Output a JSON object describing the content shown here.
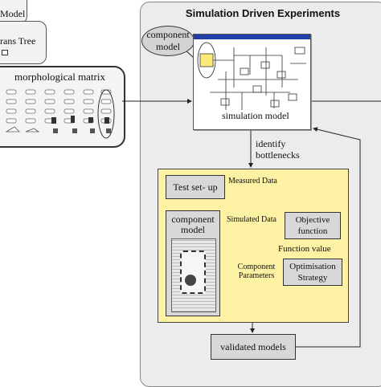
{
  "left_stack": {
    "card1_label": "Model",
    "card2_label": "rans Tree",
    "morph_label": "morphological matrix"
  },
  "panel": {
    "title": "Simulation Driven Experiments"
  },
  "component_model_bubble": "component model",
  "screen_caption": "simulation model",
  "identify_label": "identify bottlenecks",
  "yellow_block": {
    "test_setup": "Test set- up",
    "measured_data": "Measured Data",
    "component_model": "component model",
    "simulated_data": "Simulated Data",
    "objective_function": "Objective function",
    "function_value": "Function value",
    "component_parameters": "Component Parameters",
    "optimisation_strategy": "Optimisation Strategy"
  },
  "validated_models": "validated models",
  "colors": {
    "panel_bg": "#ececec",
    "yellow_bg": "#fdf1a4",
    "box_bg": "#d8d8d8",
    "titlebar": "#1e3ea8"
  }
}
